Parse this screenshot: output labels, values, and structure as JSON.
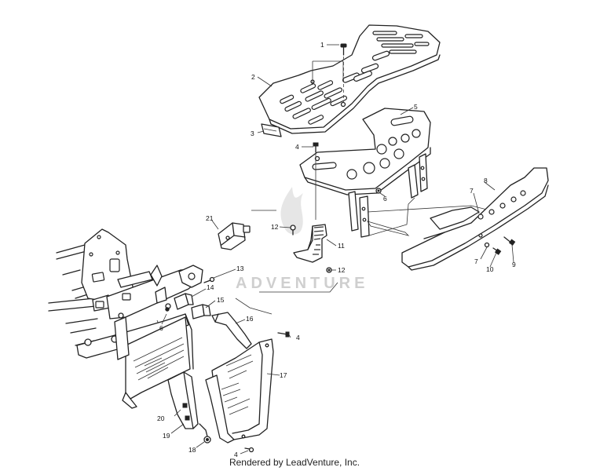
{
  "watermark": "ADVENTURE",
  "caption": "Rendered by LeadVenture, Inc.",
  "callouts": {
    "c1": "1",
    "c2": "2",
    "c3": "3",
    "c4a": "4",
    "c4b": "4",
    "c4c": "4",
    "c5": "5",
    "c6a": "6",
    "c6b": "6",
    "c7a": "7",
    "c7b": "7",
    "c8": "8",
    "c9": "9",
    "c10": "10",
    "c11": "11",
    "c12a": "12",
    "c12b": "12",
    "c13": "13",
    "c14": "14",
    "c15": "15",
    "c16": "16",
    "c17": "17",
    "c18": "18",
    "c19": "19",
    "c20": "20",
    "c21": "21"
  },
  "colors": {
    "line": "#222222",
    "watermark": "#cfcfcf",
    "background": "#ffffff"
  }
}
